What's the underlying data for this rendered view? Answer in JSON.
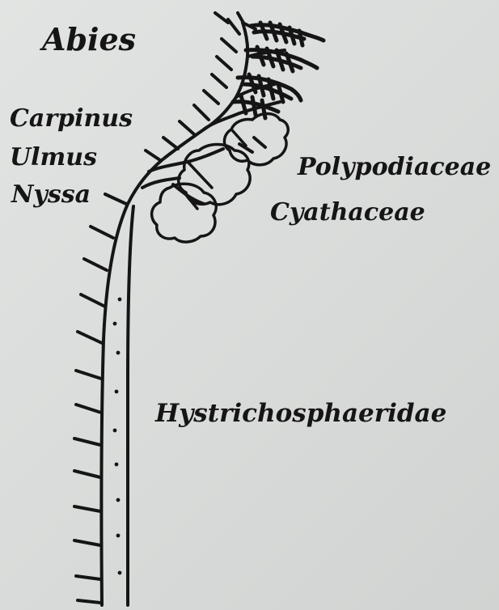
{
  "labels": {
    "abies": "Abies",
    "carpinus": "Carpinus",
    "ulmus": "Ulmus",
    "nyssa": "Nyssa",
    "polypodiaceae": "Polypodiaceae",
    "cyathaceae": "Cyathaceae",
    "hystrichosphaeridae": "Hystrichosphaeridae"
  },
  "colors": {
    "ink": "#151515",
    "paper": "#dcdedd"
  }
}
